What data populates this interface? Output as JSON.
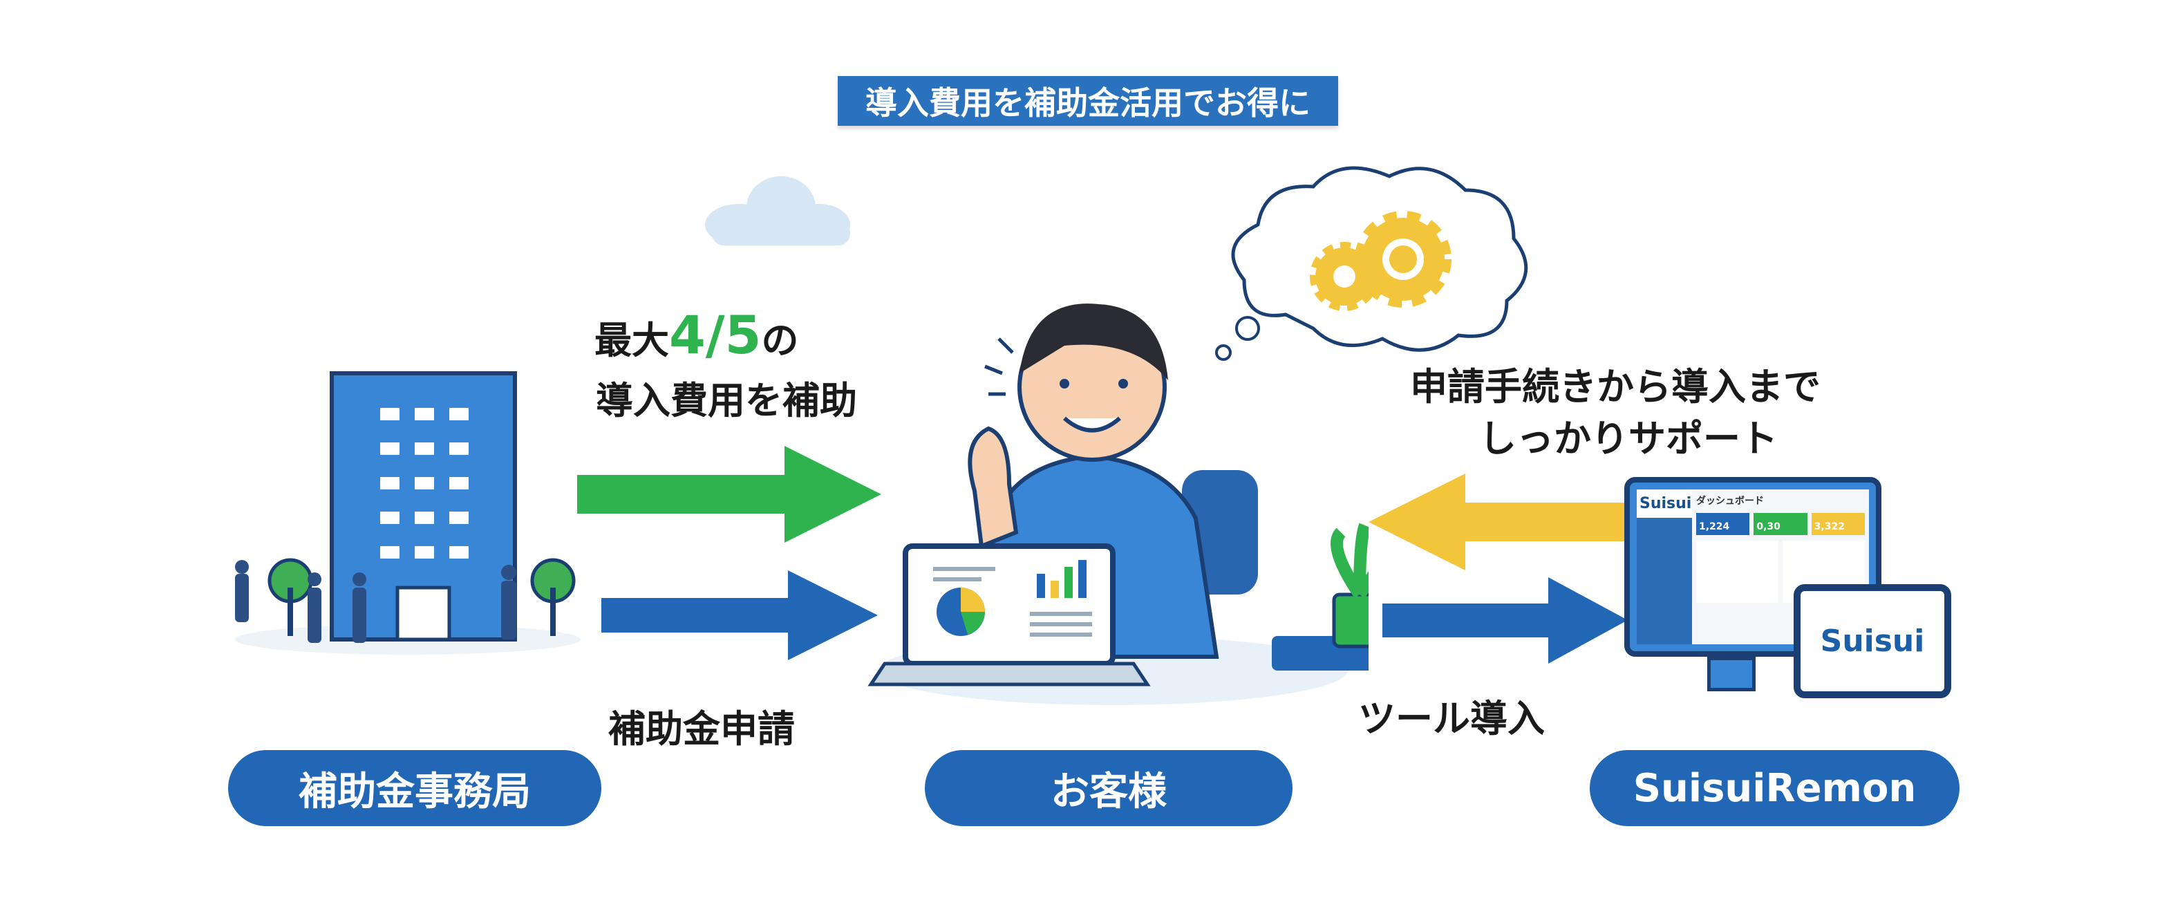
{
  "banner": "導入費用を補助金活用でお得に",
  "subsidy_text": {
    "prefix": "最大",
    "ratio": "4/5",
    "suffix": "の",
    "line2": "導入費用を補助"
  },
  "support_text": {
    "line1": "申請手続きから導入まで",
    "line2": "しっかりサポート"
  },
  "arrow_labels": {
    "apply": "補助金申請",
    "tool": "ツール導入"
  },
  "nodes": {
    "office": "補助金事務局",
    "customer": "お客様",
    "vendor": "SuisuiRemon"
  },
  "dashboard": {
    "logo": "Suisui",
    "title": "ダッシュボード",
    "stats": [
      "1,224",
      "0,30",
      "3,322"
    ],
    "tablet_logo": "Suisui"
  },
  "colors": {
    "blue": "#2167b5",
    "green": "#2fb34e",
    "yellow": "#f3c53a"
  }
}
